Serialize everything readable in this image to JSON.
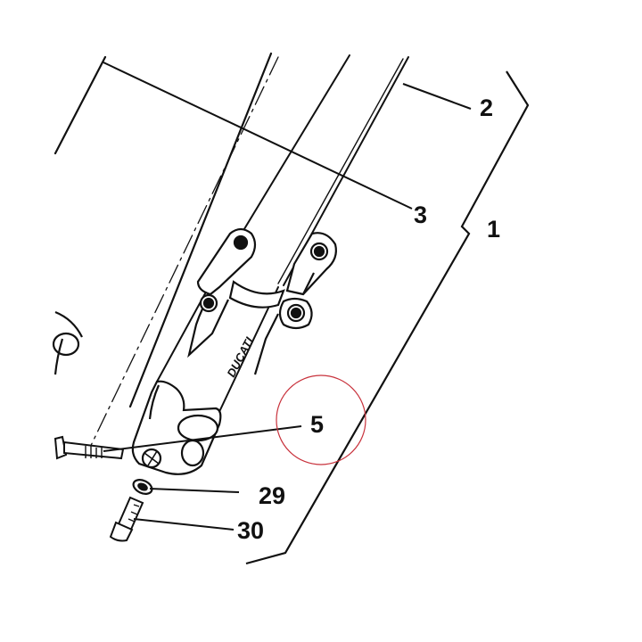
{
  "diagram": {
    "callouts": [
      {
        "id": "2",
        "label": "2"
      },
      {
        "id": "3",
        "label": "3"
      },
      {
        "id": "1",
        "label": "1"
      },
      {
        "id": "5",
        "label": "5"
      },
      {
        "id": "29",
        "label": "29"
      },
      {
        "id": "30",
        "label": "30"
      }
    ],
    "brand_stamp": "DUCATI",
    "colors": {
      "ink": "#111111",
      "background": "#ffffff",
      "highlight_circle": "#c8323c"
    }
  }
}
